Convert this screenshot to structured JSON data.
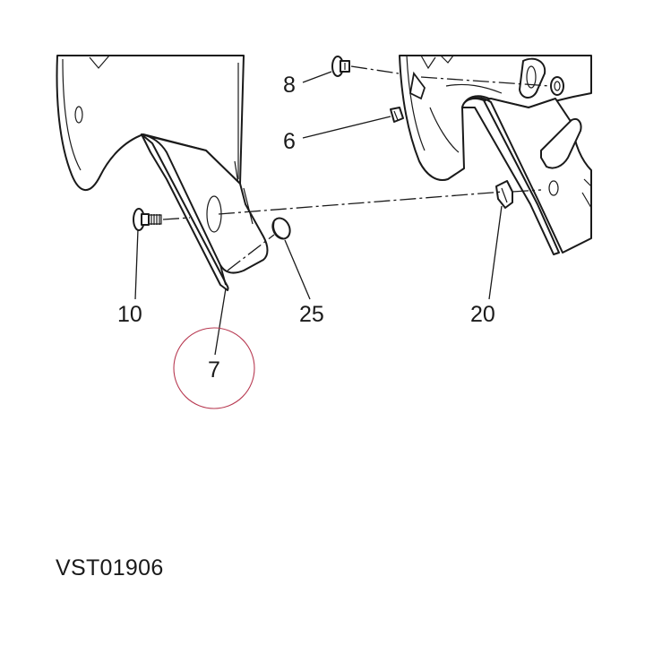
{
  "callouts": {
    "c8": "8",
    "c6": "6",
    "c10": "10",
    "c25": "25",
    "c20": "20",
    "c7": "7"
  },
  "reference_code": "VST01906",
  "colors": {
    "line": "#1a1a1a",
    "highlight_circle": "#b83a52",
    "background": "#ffffff"
  }
}
